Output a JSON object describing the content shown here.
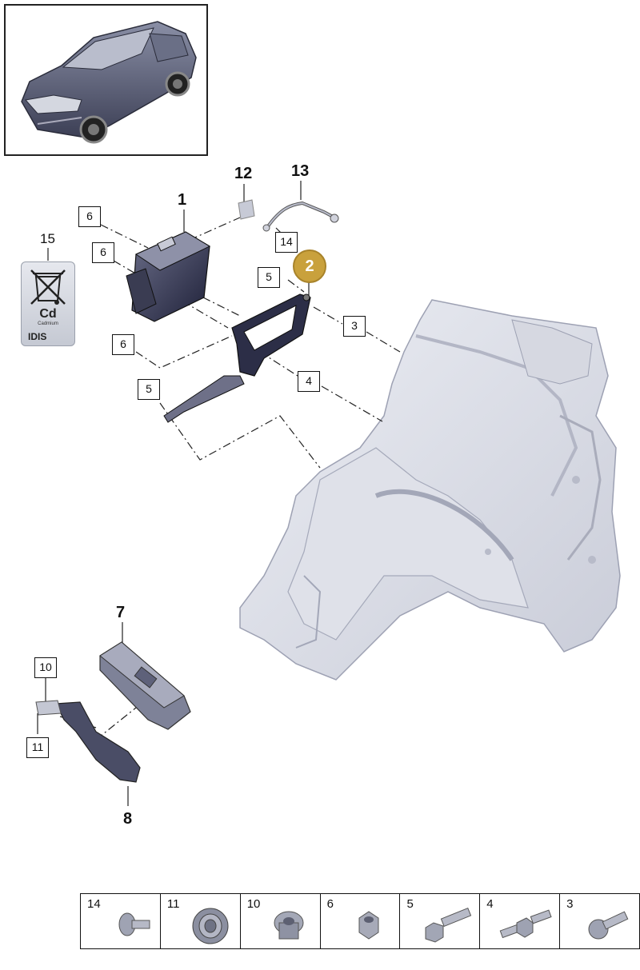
{
  "callout": {
    "label": "2",
    "color": "#c9a13c"
  },
  "bold_labels": [
    "1",
    "12",
    "13",
    "15",
    "7",
    "8"
  ],
  "boxed_labels": [
    "6",
    "6",
    "6",
    "14",
    "5",
    "3",
    "4",
    "5",
    "10",
    "11"
  ],
  "sticker": {
    "main": "Cd",
    "sub": "Cadmium",
    "brand": "IDIS"
  },
  "legend": [
    {
      "num": "14",
      "icon": "pan-head-screw-icon"
    },
    {
      "num": "11",
      "icon": "grommet-icon"
    },
    {
      "num": "10",
      "icon": "flange-nut-icon"
    },
    {
      "num": "6",
      "icon": "hex-nut-icon"
    },
    {
      "num": "5",
      "icon": "hex-bolt-icon"
    },
    {
      "num": "4",
      "icon": "stud-bolt-icon"
    },
    {
      "num": "3",
      "icon": "flange-screw-icon"
    }
  ]
}
